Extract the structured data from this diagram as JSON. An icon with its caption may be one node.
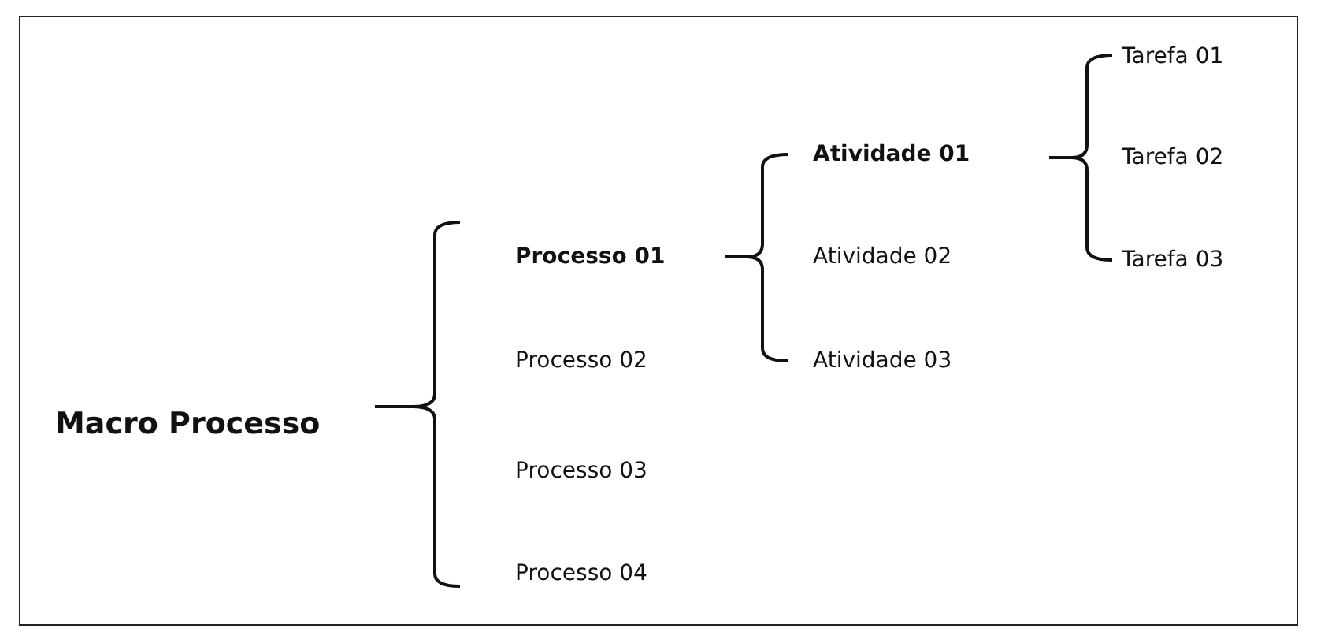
{
  "diagram": {
    "labels": [
      "Macro Processo",
      "Processo 01",
      "Processo 02",
      "Processo 03",
      "Processo 04",
      "Atividade 01",
      "Atividade 02",
      "Atividade 03",
      "Tarefa 01",
      "Tarefa 02",
      "Tarefa 03"
    ]
  }
}
